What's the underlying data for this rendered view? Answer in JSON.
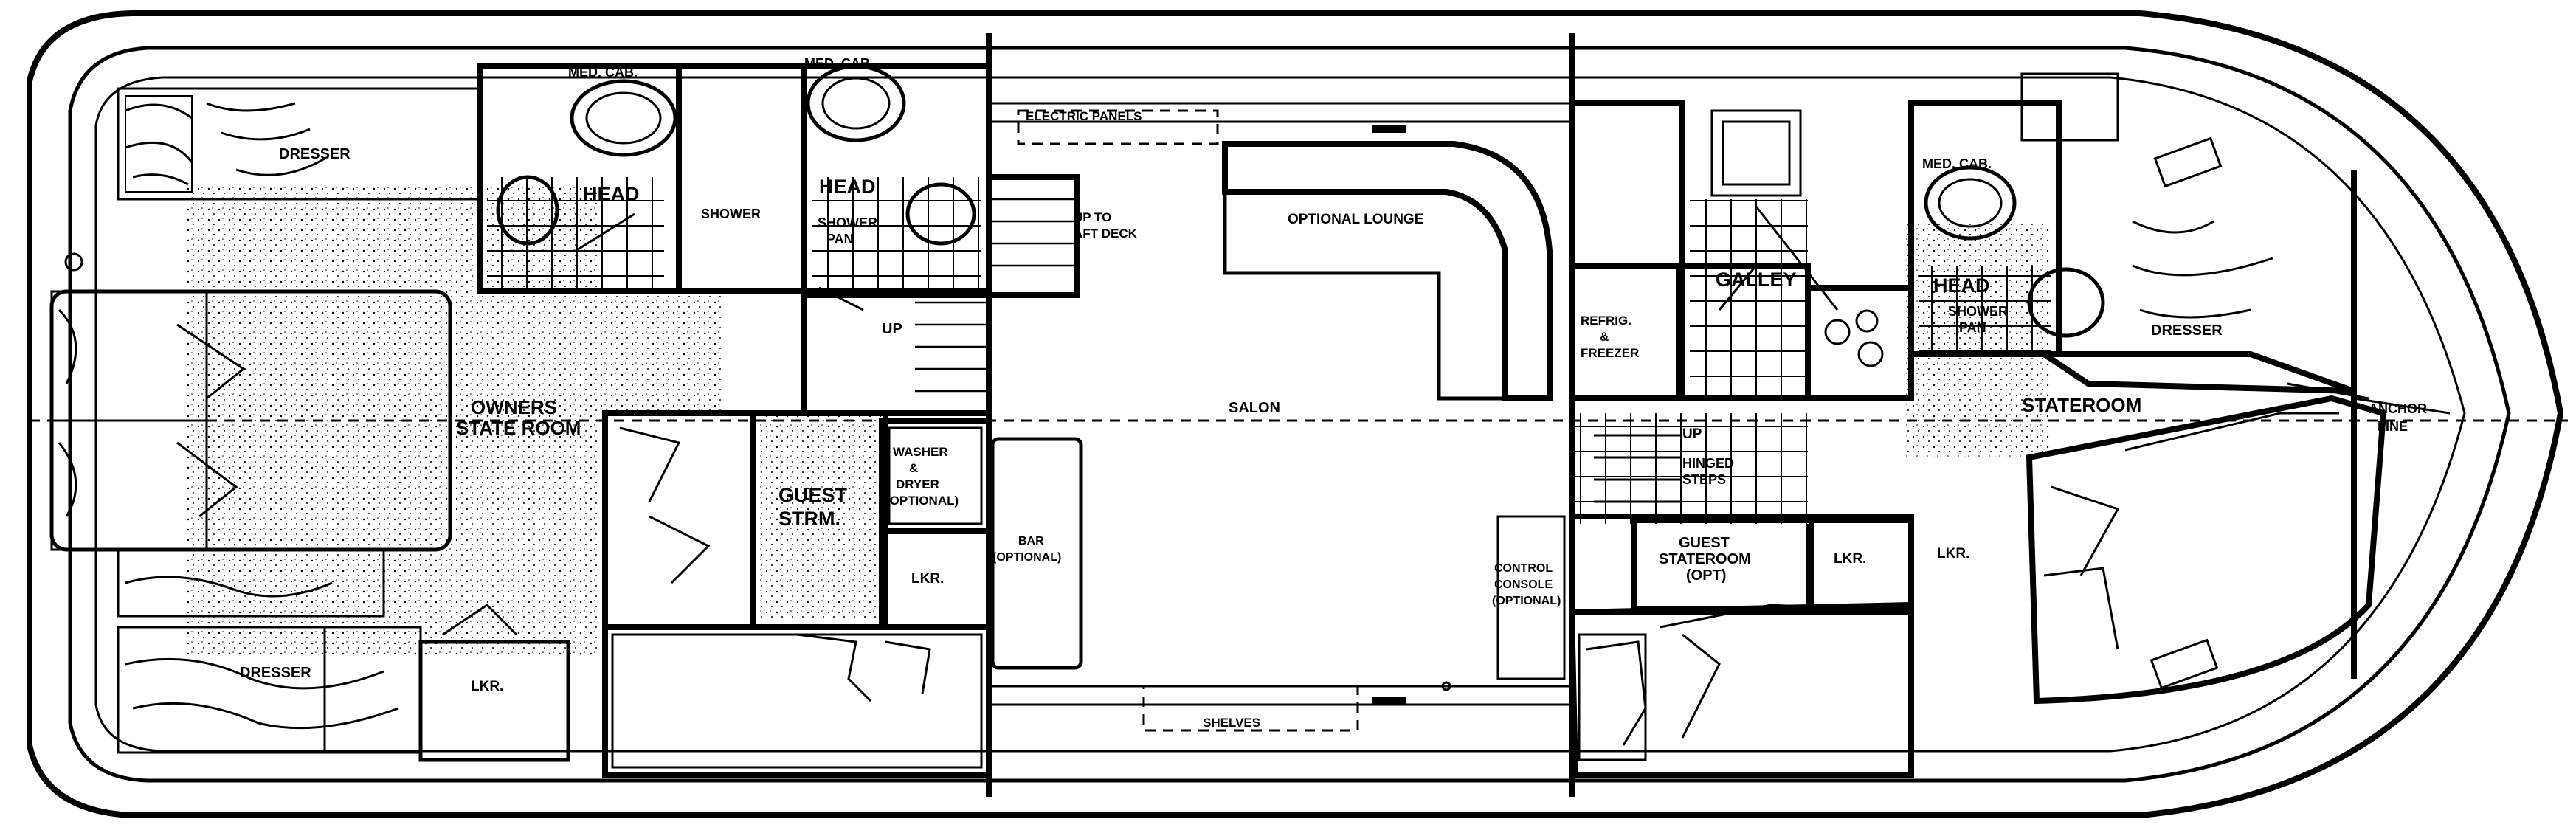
{
  "labels": {
    "med_cab_1": "MED. CAB.",
    "med_cab_2": "MED. CAB.",
    "med_cab_3": "MED. CAB.",
    "electric_panels": "ELECTRIC PANELS",
    "dresser_top": "DRESSER",
    "head_1": "HEAD",
    "shower": "SHOWER",
    "head_2": "HEAD",
    "shower_pan_1": "SHOWER\nPAN",
    "up_to_aft_deck": "UP TO\nAFT DECK",
    "optional_lounge": "OPTIONAL LOUNGE",
    "galley": "GALLEY",
    "refrig_freezer": "REFRIG.\n&\nFREEZER",
    "head_3": "HEAD",
    "shower_pan_2": "SHOWER\nPAN",
    "dresser_fwd": "DRESSER",
    "stateroom": "STATEROOM",
    "anchor_line": "ANCHOR\nLINE",
    "up_1": "UP",
    "owners_stateroom": "OWNERS\nSTATE ROOM",
    "salon": "SALON",
    "up_2": "UP",
    "hinged_steps": "HINGED\nSTEPS",
    "washer_dryer": "WASHER\n&\nDRYER\n(OPTIONAL)",
    "guest_strm": "GUEST\nSTRM.",
    "bar": "BAR\n(OPTIONAL)",
    "lkr_1": "LKR.",
    "control_console": "CONTROL\nCONSOLE\n(OPTIONAL)",
    "guest_stateroom": "GUEST\nSTATEROOM\n(OPT)",
    "lkr_2": "LKR.",
    "lkr_3": "LKR.",
    "dresser_bottom": "DRESSER",
    "lkr_4": "LKR.",
    "shelves": "SHELVES"
  }
}
